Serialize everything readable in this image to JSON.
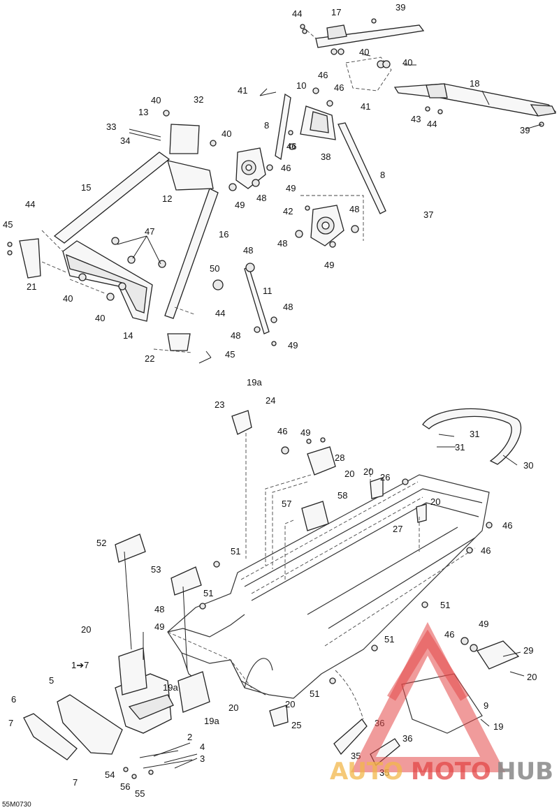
{
  "diagram": {
    "code": "55M0730",
    "labels": [
      "44",
      "17",
      "39",
      "40",
      "40",
      "41",
      "10",
      "46",
      "46",
      "18",
      "32",
      "40",
      "13",
      "40",
      "33",
      "34",
      "8",
      "41",
      "43",
      "44",
      "39",
      "46",
      "38",
      "46",
      "15",
      "12",
      "49",
      "48",
      "8",
      "49",
      "42",
      "48",
      "37",
      "44",
      "45",
      "47",
      "16",
      "48",
      "48",
      "49",
      "21",
      "40",
      "40",
      "50",
      "11",
      "48",
      "44",
      "14",
      "48",
      "49",
      "22",
      "45",
      "19a",
      "23",
      "24",
      "46",
      "49",
      "28",
      "20",
      "31",
      "31",
      "30",
      "20",
      "26",
      "20",
      "57",
      "58",
      "27",
      "46",
      "52",
      "51",
      "46",
      "53",
      "51",
      "51",
      "48",
      "49",
      "20",
      "1➔7",
      "5",
      "19a",
      "20",
      "19a",
      "6",
      "7",
      "20",
      "25",
      "2",
      "4",
      "3",
      "54",
      "56",
      "55",
      "7",
      "36",
      "36",
      "35",
      "35",
      "49",
      "46",
      "29",
      "20",
      "9",
      "19",
      "51",
      "51"
    ],
    "watermark": {
      "auto": "AUTO",
      "moto": "MOTO",
      "hub": "HUB"
    },
    "watermark_colors": {
      "red": "#e34848",
      "orange": "#f2b84b",
      "gray": "#888888"
    }
  }
}
